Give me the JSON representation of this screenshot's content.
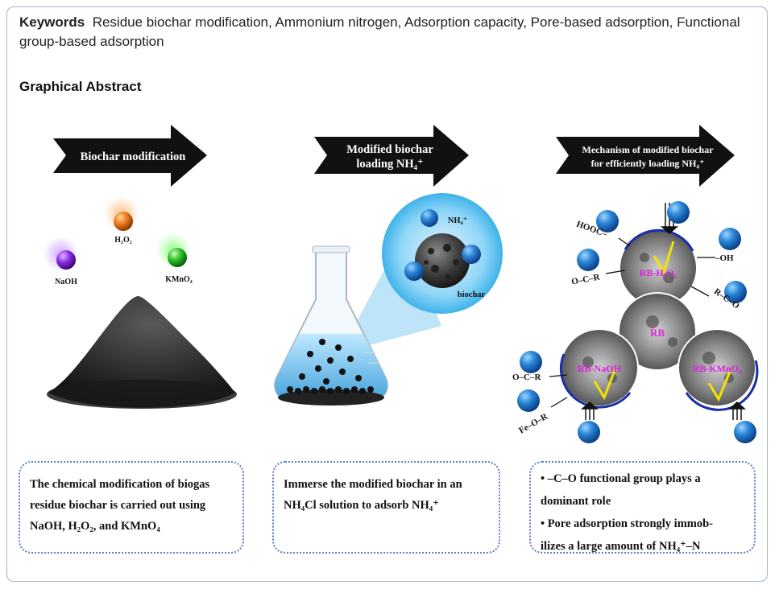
{
  "keywords": {
    "heading": "Keywords",
    "text": "Residue biochar modification, Ammonium nitrogen, Adsorption capacity, Pore-based adsorption, Functional group-based adsorption"
  },
  "graphical_abstract": {
    "heading": "Graphical Abstract",
    "arrows": [
      {
        "line1": "Biochar modification",
        "line2": ""
      },
      {
        "line1": "Modified biochar",
        "line2": "loading NH₄⁺"
      },
      {
        "line1": "Mechanism of modified biochar",
        "line2": "for efficiently loading NH₄⁺"
      }
    ],
    "panel1_labels": {
      "naoh": "NaOH",
      "h2o2": "H₂O₂",
      "kmno4": "KMnO₄"
    },
    "panel2_labels": {
      "nh4": "NH₄⁺",
      "biochar": "biochar"
    },
    "panel3_labels": {
      "rb": "RB",
      "rb_h2o2": "RB-H₂O₂",
      "rb_naoh": "RB-NaOH",
      "rb_kmno4": "RB-KMnO₄",
      "hooc": "HOOC–",
      "oh": "–OH",
      "ocr_top": "O–C–R",
      "rco": "R–C–O",
      "ocr_left": "O–C–R",
      "feor": "Fe–O–R"
    },
    "boxes": {
      "box1": [
        "The chemical modification of biogas",
        "residue biochar  is carried out using",
        "NaOH, H₂O₂, and KMnO₄"
      ],
      "box2": [
        "Immerse the modified biochar in an",
        "NH₄Cl solution to adsorb NH₄⁺"
      ],
      "box3": [
        "• –C–O functional group plays a",
        "dominant role",
        "• Pore adsorption strongly immob-",
        "ilizes a large amount of NH₄⁺–N"
      ]
    }
  }
}
